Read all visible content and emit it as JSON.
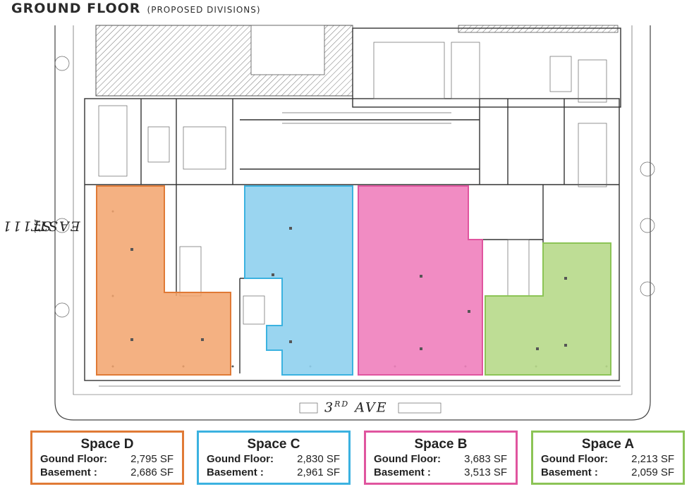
{
  "header": {
    "title": "GROUND FLOOR",
    "subtitle": "(PROPOSED DIVISIONS)"
  },
  "streets": {
    "west": "EAST 111",
    "west_suffix": "TH",
    "west_tail": " ST",
    "south": "3",
    "south_suffix": "RD",
    "south_tail": " AVE"
  },
  "spaces": [
    {
      "name": "Space D",
      "color": "#e07a36",
      "ground_label": "Gound Floor:",
      "ground_sf": "2,795 SF",
      "basement_label": "Basement :",
      "basement_sf": "2,686 SF"
    },
    {
      "name": "Space C",
      "color": "#3bb2e0",
      "ground_label": "Gound Floor:",
      "ground_sf": "2,830 SF",
      "basement_label": "Basement :",
      "basement_sf": "2,961 SF"
    },
    {
      "name": "Space B",
      "color": "#e0559f",
      "ground_label": "Gound Floor:",
      "ground_sf": "3,683 SF",
      "basement_label": "Basement :",
      "basement_sf": "3,513 SF"
    },
    {
      "name": "Space A",
      "color": "#8cc456",
      "ground_label": "Gound Floor:",
      "ground_sf": "2,213 SF",
      "basement_label": "Basement :",
      "basement_sf": "2,059 SF"
    }
  ],
  "colors": {
    "space_d_fill": "#f2a36c",
    "space_c_fill": "#8fd0ee",
    "space_b_fill": "#ef7fbd",
    "space_a_fill": "#b7d98a",
    "line": "#444444"
  }
}
